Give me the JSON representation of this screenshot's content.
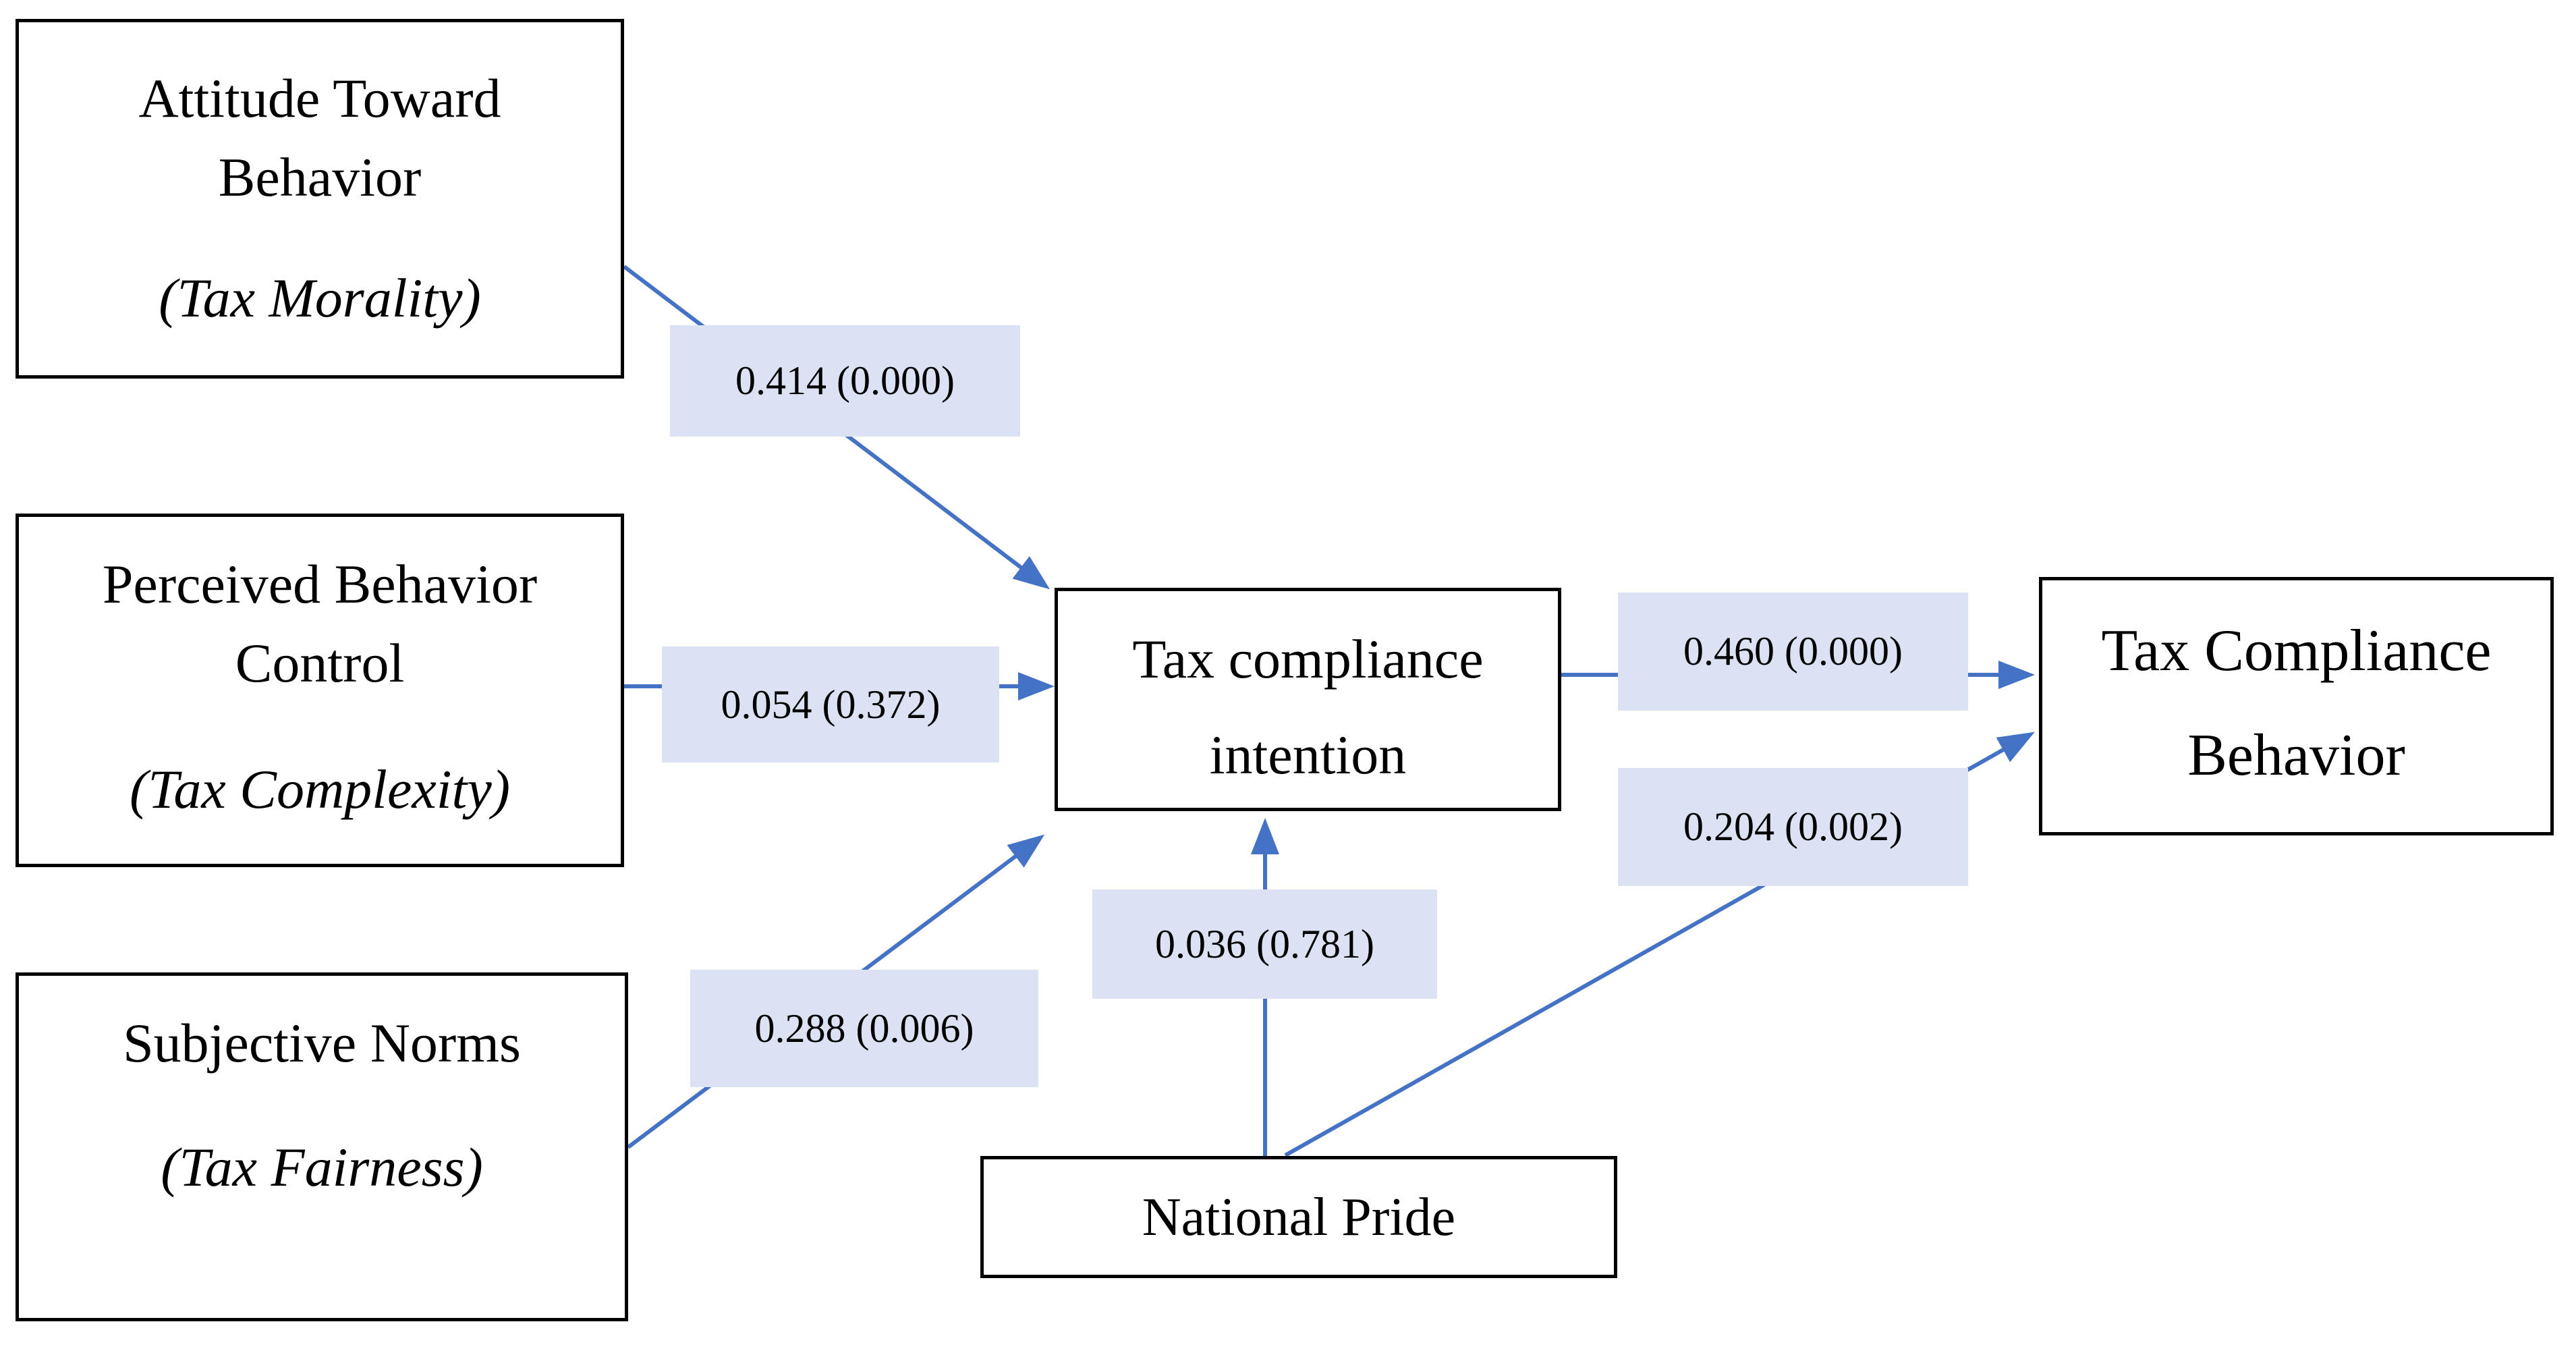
{
  "diagram": {
    "boxes": {
      "attitude": {
        "line1": "Attitude Toward",
        "line2": "Behavior",
        "subtitle": "(Tax Morality)"
      },
      "perceived": {
        "line1": "Perceived Behavior",
        "line2": "Control",
        "subtitle": "(Tax Complexity)"
      },
      "subjective": {
        "line1": "Subjective Norms",
        "subtitle": "(Tax Fairness)"
      },
      "intention": {
        "line1": "Tax compliance",
        "line2": "intention"
      },
      "pride": {
        "line1": "National Pride"
      },
      "behavior": {
        "line1": "Tax Compliance",
        "line2": "Behavior"
      }
    },
    "coefficients": {
      "attitude_to_intention": "0.414 (0.000)",
      "perceived_to_intention": "0.054 (0.372)",
      "subjective_to_intention": "0.288 (0.006)",
      "pride_to_intention": "0.036 (0.781)",
      "intention_to_behavior": "0.460 (0.000)",
      "pride_to_behavior": "0.204 (0.002)"
    },
    "colors": {
      "arrow": "#4472C4",
      "label_bg": "#DAE2F3",
      "box_border": "#000000",
      "text": "#000000",
      "background": "#FFFFFF"
    }
  }
}
